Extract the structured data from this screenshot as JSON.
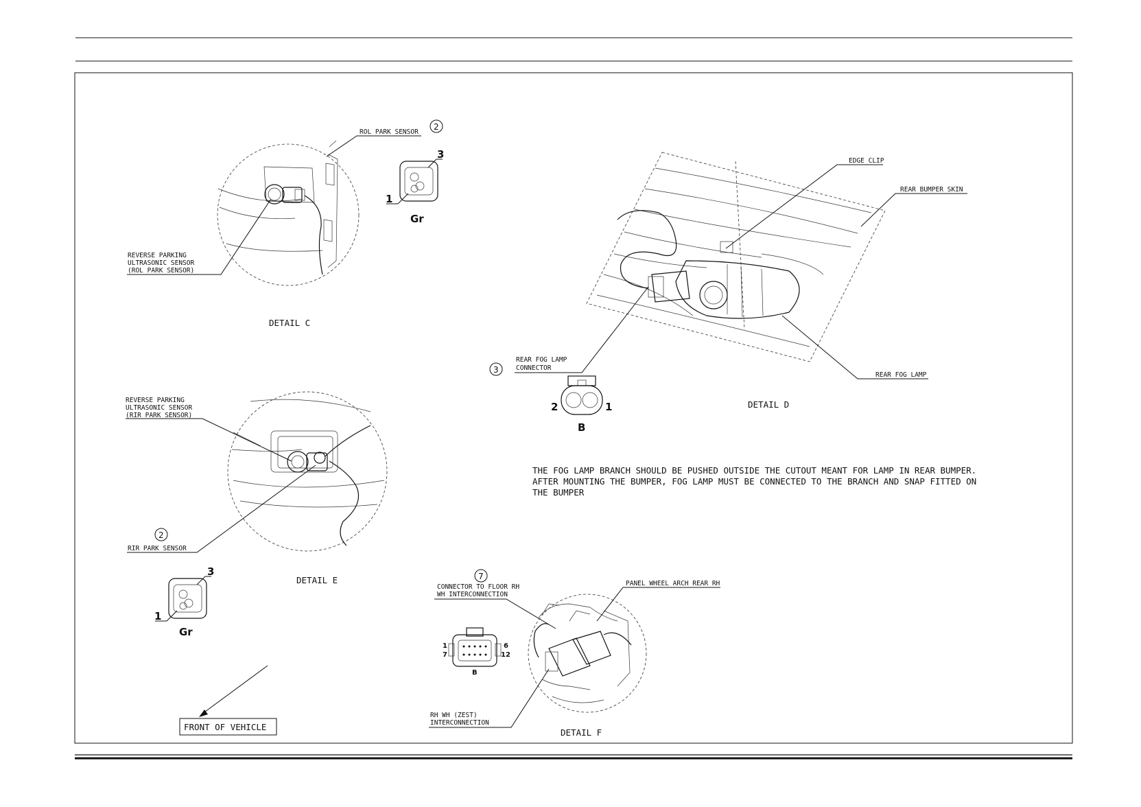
{
  "labels": {
    "rol_park_sensor": "ROL PARK SENSOR",
    "rol_sensor_desc": [
      "REVERSE PARKING",
      "ULTRASONIC SENSOR",
      "(ROL PARK SENSOR)"
    ],
    "detail_c": "DETAIL C",
    "edge_clip": "EDGE CLIP",
    "rear_bumper_skin": "REAR BUMPER SKIN",
    "rear_fog_lamp_connector": [
      "REAR FOG LAMP",
      "CONNECTOR"
    ],
    "rear_fog_lamp": "REAR FOG LAMP",
    "detail_d": "DETAIL D",
    "rir_sensor_desc": [
      "REVERSE PARKING",
      "ULTRASONIC SENSOR",
      "(RIR PARK SENSOR)"
    ],
    "rir_park_sensor": "RIR PARK SENSOR",
    "detail_e": "DETAIL E",
    "connector_floor": [
      "CONNECTOR TO FLOOR RH",
      "WH INTERCONNECTION"
    ],
    "panel_wheel_arch": "PANEL WHEEL ARCH REAR RH",
    "rh_wh": [
      "RH WH (ZEST)",
      "INTERCONNECTION"
    ],
    "detail_f": "DETAIL F",
    "front_of_vehicle": "FRONT OF VEHICLE"
  },
  "callouts": {
    "c": "2",
    "d": "3",
    "e": "2",
    "f": "7"
  },
  "note": [
    "THE FOG LAMP BRANCH SHOULD BE PUSHED OUTSIDE THE CUTOUT MEANT FOR LAMP IN REAR BUMPER.",
    "AFTER MOUNTING THE BUMPER, FOG LAMP MUST BE CONNECTED TO THE BRANCH AND SNAP FITTED ON",
    "THE BUMPER"
  ],
  "connectors": {
    "c": {
      "pin_left": "1",
      "pin_right": "3",
      "color": "Gr"
    },
    "d": {
      "pin_left": "2",
      "pin_right": "1",
      "color": "B"
    },
    "e": {
      "pin_left": "1",
      "pin_right": "3",
      "color": "Gr"
    },
    "f": {
      "pin_tl": "1",
      "pin_bl": "7",
      "pin_tr": "6",
      "pin_br": "12",
      "color": "B"
    }
  }
}
